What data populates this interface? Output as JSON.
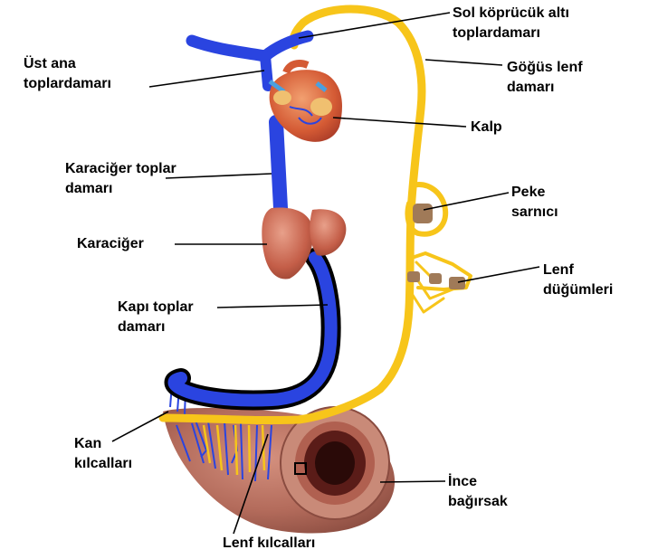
{
  "labels": {
    "sol_kopruculuk": [
      "Sol köprücük altı",
      "toplardamarı"
    ],
    "ust_ana": [
      "Üst ana",
      "toplardamarı"
    ],
    "gogus_lenf": [
      "Göğüs lenf",
      "damarı"
    ],
    "kalp": [
      "Kalp"
    ],
    "karaciger_toplar": [
      "Karaciğer toplar",
      "damarı"
    ],
    "peke": [
      "Peke",
      "sarnıcı"
    ],
    "karaciger": [
      "Karaciğer"
    ],
    "lenf_dugumleri": [
      "Lenf",
      "düğümleri"
    ],
    "kapi_toplar": [
      "Kapı toplar",
      "damarı"
    ],
    "kan_kilcallari": [
      "Kan",
      "kılcalları"
    ],
    "ince_bagirsak": [
      "İnce",
      "bağırsak"
    ],
    "lenf_kilcallari": [
      "Lenf kılcalları"
    ]
  },
  "colors": {
    "vein": "#2a44e0",
    "lymph": "#f7c51a",
    "heart": "#d9623c",
    "liver": "#c9644e",
    "intestine": "#b06a5c",
    "node": "#a07a58"
  }
}
